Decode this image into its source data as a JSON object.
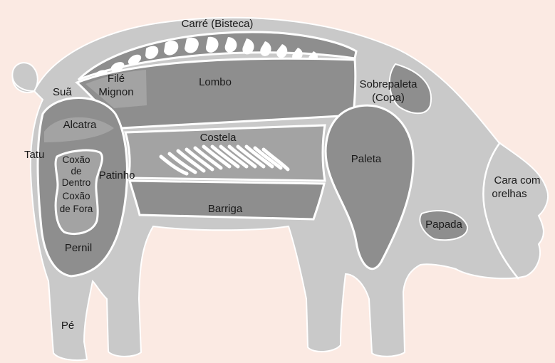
{
  "colors": {
    "background": "#fbeae3",
    "body": "#c9c9c9",
    "cut_dark": "#8e8e8e",
    "cut_mid": "#a3a3a3",
    "outline": "#ffffff",
    "text": "#1a1a1a"
  },
  "labels": {
    "carre": "Carré (Bisteca)",
    "sua": "Suã",
    "file_1": "Filé",
    "file_2": "Mignon",
    "lombo": "Lombo",
    "sobrepaleta_1": "Sobrepaleta",
    "sobrepaleta_2": "(Copa)",
    "alcatra": "Alcatra",
    "costela": "Costela",
    "tatu": "Tatu",
    "coxao_dentro_1": "Coxão",
    "coxao_dentro_2": "de",
    "coxao_dentro_3": "Dentro",
    "coxao_fora_1": "Coxão",
    "coxao_fora_2": "de Fora",
    "patinho": "Patinho",
    "paleta": "Paleta",
    "cara_1": "Cara com",
    "cara_2": "orelhas",
    "barriga": "Barriga",
    "papada": "Papada",
    "pernil": "Pernil",
    "pe": "Pé"
  }
}
